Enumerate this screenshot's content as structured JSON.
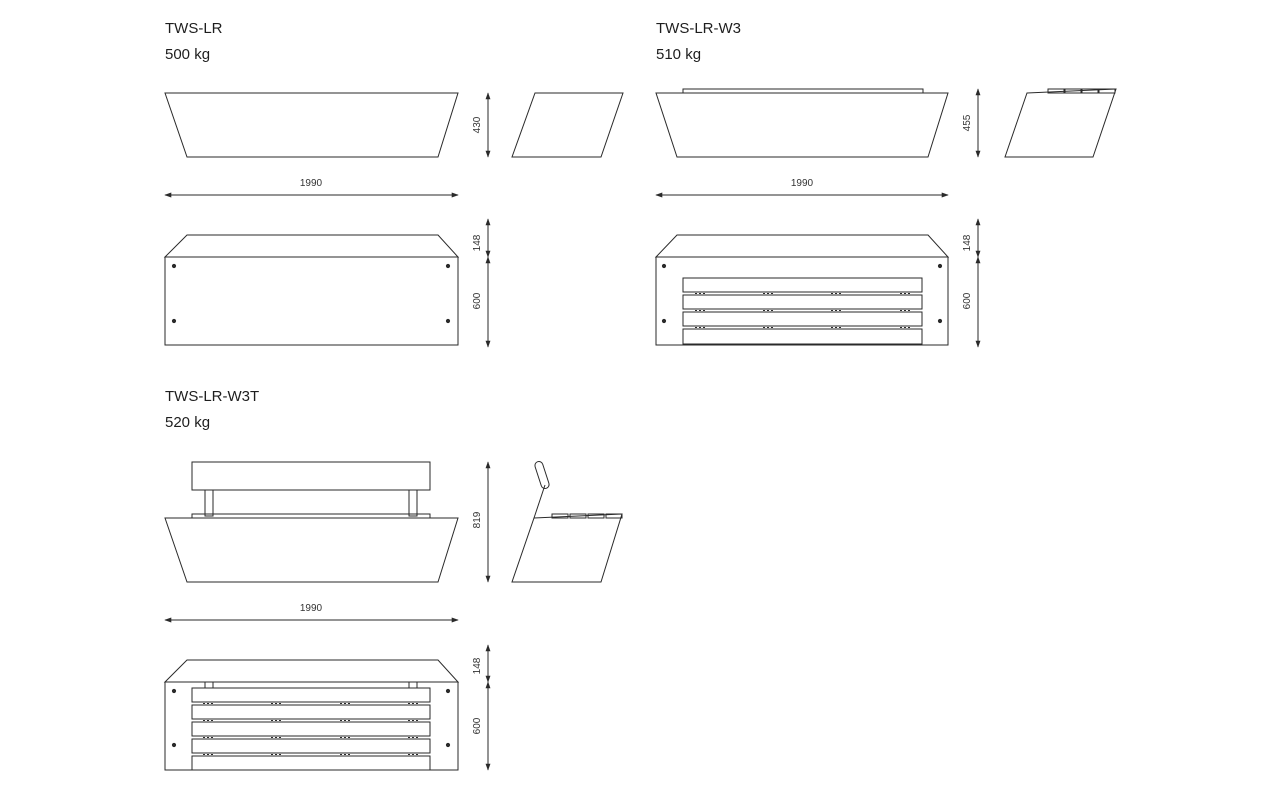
{
  "colors": {
    "line": "#2a2a2a",
    "background": "#ffffff"
  },
  "products": [
    {
      "model": "TWS-LR",
      "weight": "500 kg",
      "dims": {
        "width": "1990",
        "height": "430",
        "top_depth": "148",
        "front_height": "600"
      }
    },
    {
      "model": "TWS-LR-W3",
      "weight": "510 kg",
      "dims": {
        "width": "1990",
        "height": "455",
        "top_depth": "148",
        "front_height": "600"
      }
    },
    {
      "model": "TWS-LR-W3T",
      "weight": "520 kg",
      "dims": {
        "width": "1990",
        "height": "819",
        "top_depth": "148",
        "front_height": "600"
      }
    }
  ]
}
